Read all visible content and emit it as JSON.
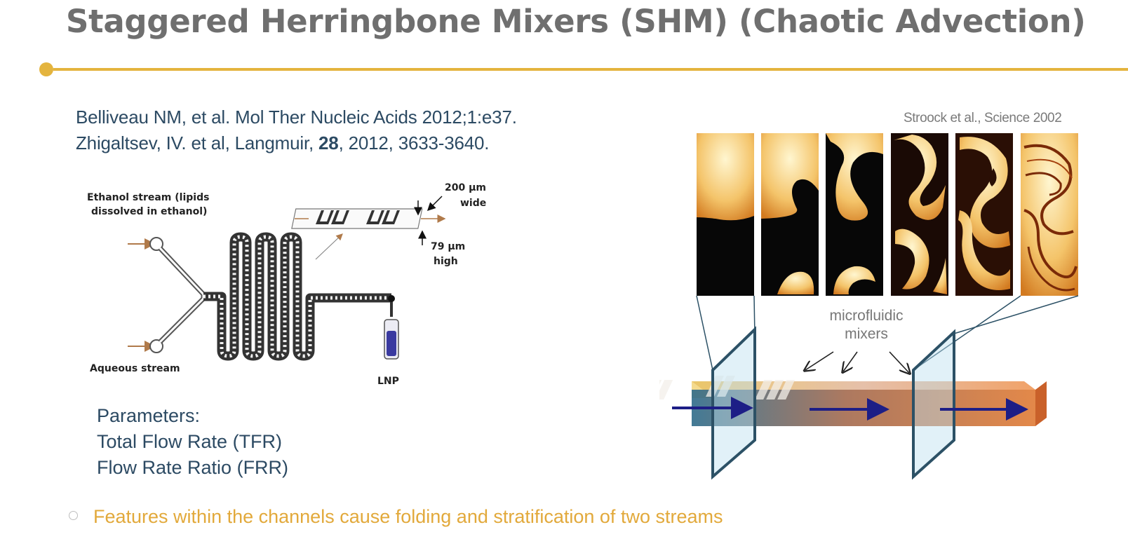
{
  "slide": {
    "title": "Staggered Herringbone Mixers (SHM) (Chaotic Advection)",
    "accent_color": "#e4b43e",
    "text_color": "#2c4a63"
  },
  "references": {
    "line1": "Belliveau NM, et al. Mol Ther Nucleic Acids 2012;1:e37.",
    "line2_pre": "Zhigaltsev, IV. et al, Langmuir, ",
    "line2_bold": "28",
    "line2_post": ", 2012, 3633-3640."
  },
  "diagram": {
    "ethanol_line1": "Ethanol stream (lipids",
    "ethanol_line2": "dissolved in ethanol)",
    "aqueous": "Aqueous stream",
    "width_val": "200 µm",
    "width_word": "wide",
    "height_val": "79 µm",
    "height_word": "high",
    "output": "LNP"
  },
  "parameters": {
    "heading": "Parameters:",
    "items": [
      "Total Flow Rate (TFR)",
      "Flow Rate Ratio (FRR)"
    ]
  },
  "figure": {
    "credit": "Stroock et al., Science 2002",
    "label_line1": "microfluidic",
    "label_line2": "mixers"
  },
  "bullet": "Features within the channels cause folding and stratification of two streams"
}
